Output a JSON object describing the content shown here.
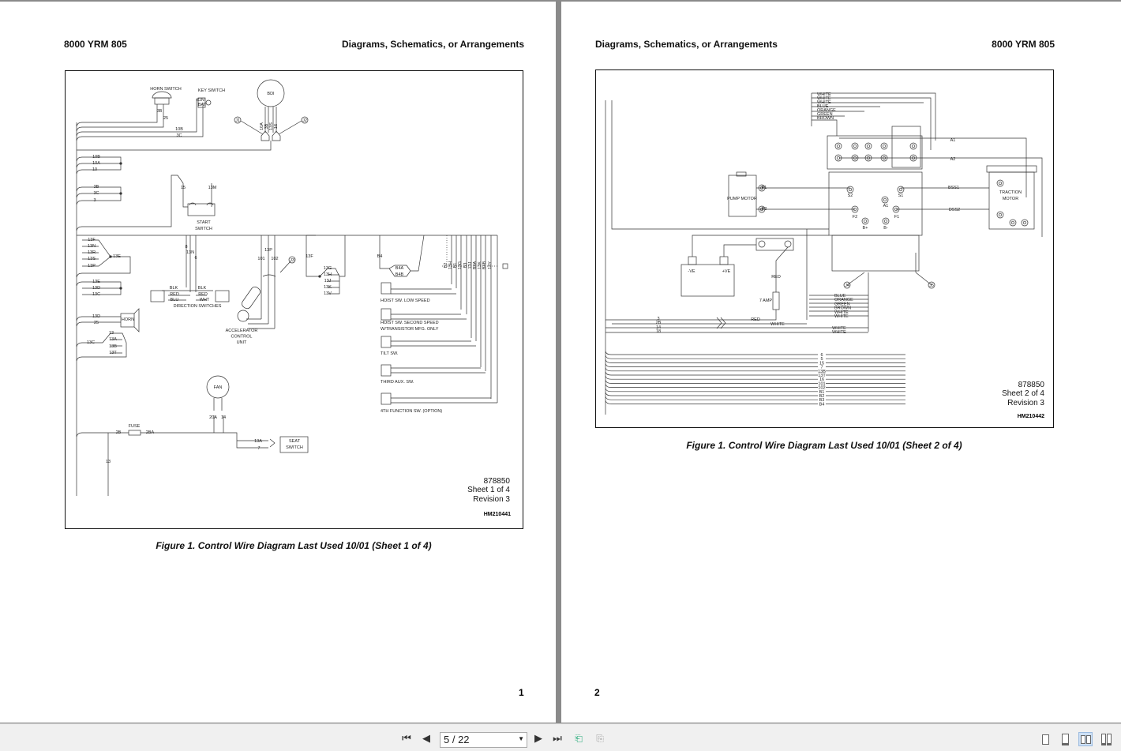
{
  "viewer": {
    "page_indicator": "5 / 22",
    "dropdown_icon": "chevron-down-icon",
    "view_modes": [
      "single-page",
      "continuous",
      "two-page",
      "two-page-continuous"
    ],
    "active_view_mode": "two-page"
  },
  "pages": [
    {
      "header_left": "8000 YRM 805",
      "header_right": "Diagrams, Schematics, or Arrangements",
      "drawing_number": "878850",
      "sheet": "Sheet 1 of 4",
      "revision": "Revision 3",
      "hm_code": "HM210441",
      "caption": "Figure 1.  Control Wire Diagram Last Used 10/01 (Sheet 1 of 4)",
      "page_number": "1",
      "labels": [
        "HORN SWITCH",
        "KEY SWITCH",
        "BDI",
        "3B",
        "25",
        "IGN",
        "BAT",
        "10B",
        "3C",
        "10A",
        "3B",
        "13S",
        "16",
        "J1",
        "J2",
        "10B",
        "10A",
        "10",
        "3B",
        "3C",
        "3",
        "15",
        "13M",
        "START",
        "SWITCH",
        "13F",
        "13N",
        "13R",
        "13S",
        "13P",
        "13E",
        "13E",
        "13D",
        "13C",
        "13D",
        "25",
        "HORN",
        "13C",
        "13",
        "13A",
        "13B",
        "13T",
        "8",
        "13N",
        "6",
        "BLK",
        "RED",
        "BLU",
        "BLK",
        "RED",
        "WHT",
        "DIRECTION SWITCHES",
        "101",
        "13P",
        "102",
        "J3",
        "ACCELERATOR",
        "CONTROL",
        "UNIT",
        "13F",
        "13G",
        "13H",
        "13J",
        "13K",
        "13V",
        "B4",
        "B4A",
        "B4B",
        "B2",
        "13H",
        "B1",
        "13G",
        "B3",
        "13J",
        "B4A",
        "13K",
        "B4B",
        "13Y",
        "HOIST SW. LOW SPEED",
        "HOIST SW. SECOND SPEED",
        "W/TRANSISTOR MFG. ONLY",
        "TILT SW.",
        "THIRD AUX. SW.",
        "4TH FUNCTION SW. (OPTION)",
        "FAN",
        "20A",
        "14",
        "FUSE",
        "2B",
        "2BA",
        "13A",
        "7",
        "SEAT",
        "SWITCH",
        "13"
      ]
    },
    {
      "header_left": "Diagrams, Schematics, or Arrangements",
      "header_right": "8000 YRM 805",
      "drawing_number": "878850",
      "sheet": "Sheet 2 of 4",
      "revision": "Revision 3",
      "hm_code": "HM210442",
      "caption": "Figure 1.  Control Wire Diagram Last Used 10/01 (Sheet 2 of 4)",
      "page_number": "2",
      "labels": [
        "WHITE",
        "WHITE",
        "WHITE",
        "BLUE",
        "ORANGE",
        "GREEN",
        "BROWN",
        "PUMP MOTOR",
        "P1",
        "P2",
        "S2",
        "S1",
        "A1",
        "F2",
        "F1",
        "B+",
        "B-",
        "A1",
        "A2",
        "BSS1",
        "DSS2",
        "TRACTION",
        "MOTOR",
        "-VE",
        "+VE",
        "RED",
        "7 AMP",
        "3",
        "2B",
        "14",
        "18",
        "RED",
        "WHITE",
        "BLUE",
        "ORANGE",
        "GREEN",
        "BROWN",
        "WHITE",
        "WHITE",
        "WHITE",
        "WHITE",
        "6",
        "5",
        "15",
        "7",
        "13B",
        "13T",
        "16",
        "101",
        "102",
        "B1",
        "B2",
        "B3",
        "B4",
        "J4",
        "J5"
      ]
    }
  ]
}
